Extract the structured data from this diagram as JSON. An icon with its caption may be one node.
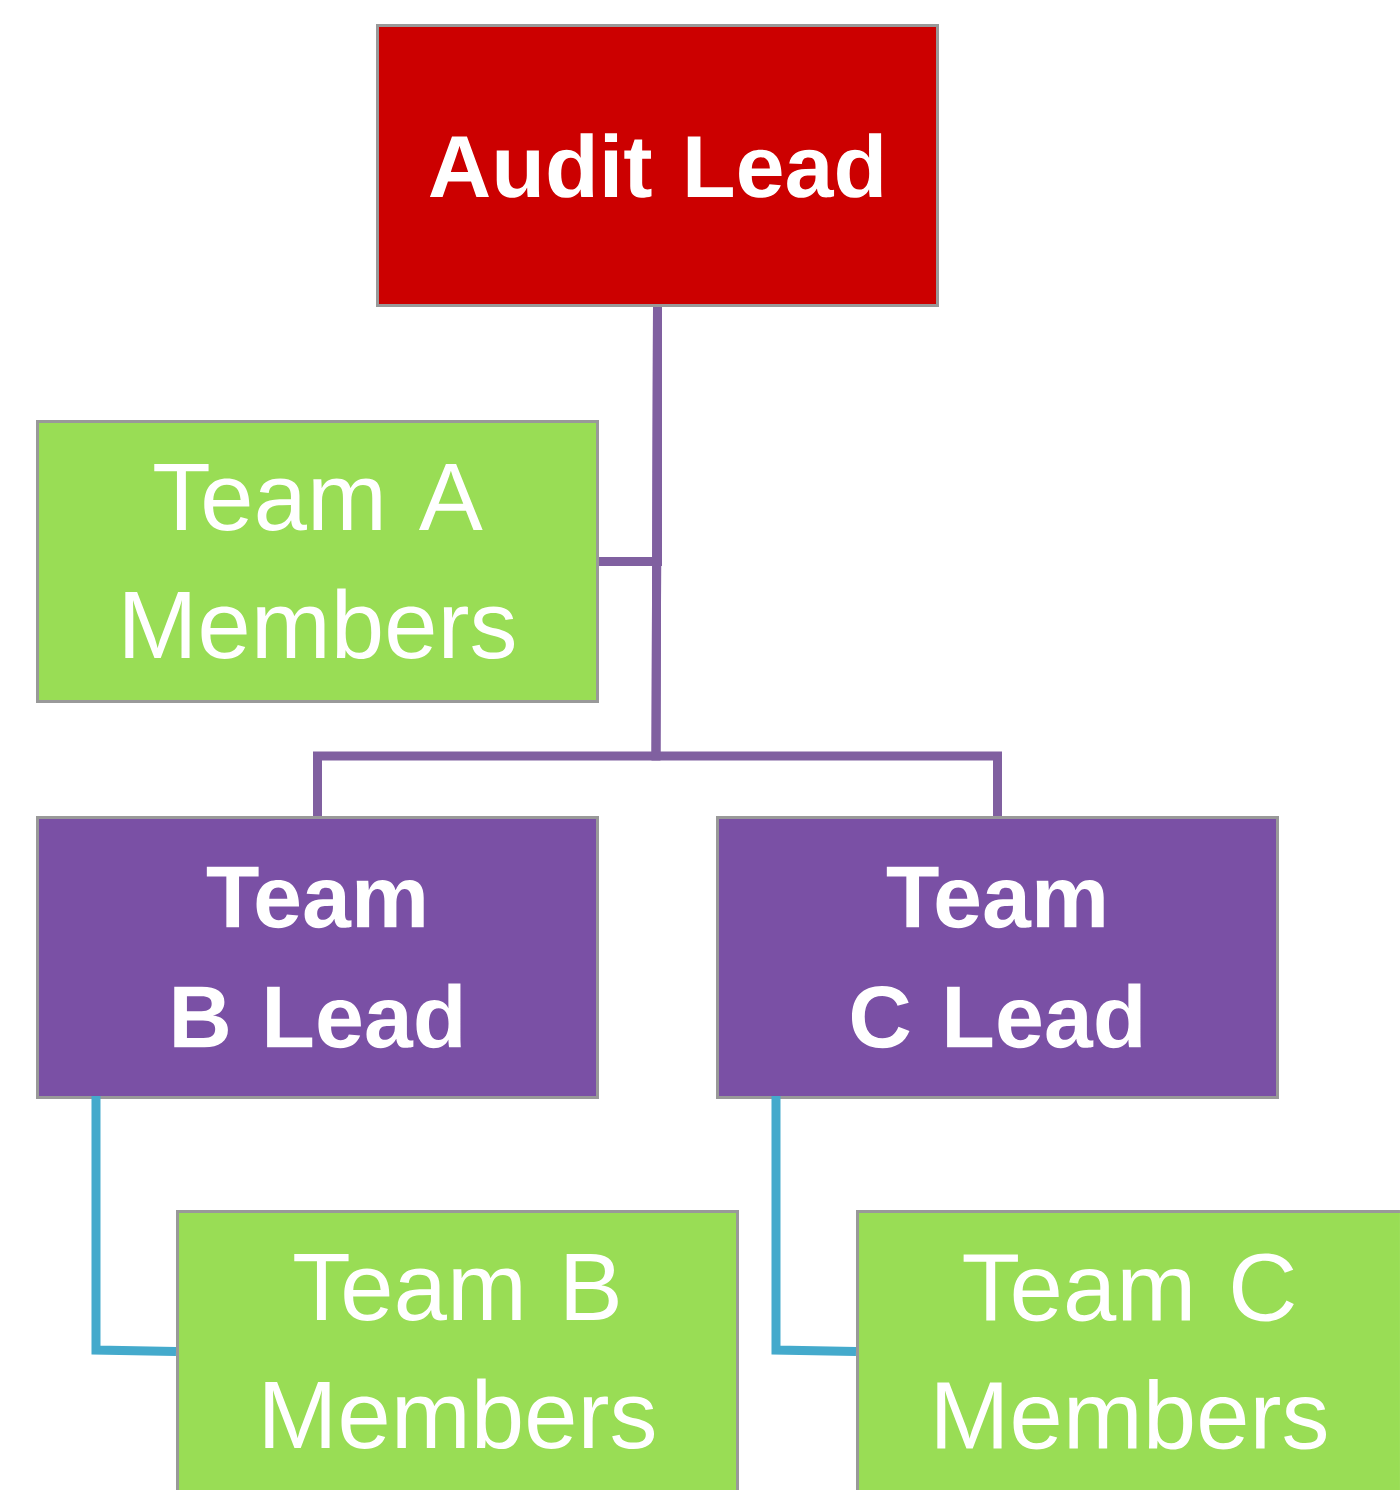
{
  "diagram": {
    "nodes": [
      {
        "text": [
          "Audit Lead"
        ]
      },
      {
        "text": [
          "Team A Members"
        ]
      },
      {
        "text": [
          "Team B Lead"
        ]
      },
      {
        "text": [
          "Team C Lead"
        ]
      },
      {
        "text": [
          "Team B Members"
        ]
      },
      {
        "text": [
          "Team C Members"
        ]
      }
    ],
    "edges": [
      {
        "from": 0,
        "to": 1,
        "arrow": "none"
      },
      {
        "from": 0,
        "to": 2,
        "arrow": "none"
      },
      {
        "from": 0,
        "to": 3,
        "arrow": "none"
      },
      {
        "from": 2,
        "to": 4,
        "arrow": "none",
        "color": "#44aacc"
      },
      {
        "from": 3,
        "to": 5,
        "arrow": "none",
        "color": "#44aacc"
      }
    ]
  }
}
